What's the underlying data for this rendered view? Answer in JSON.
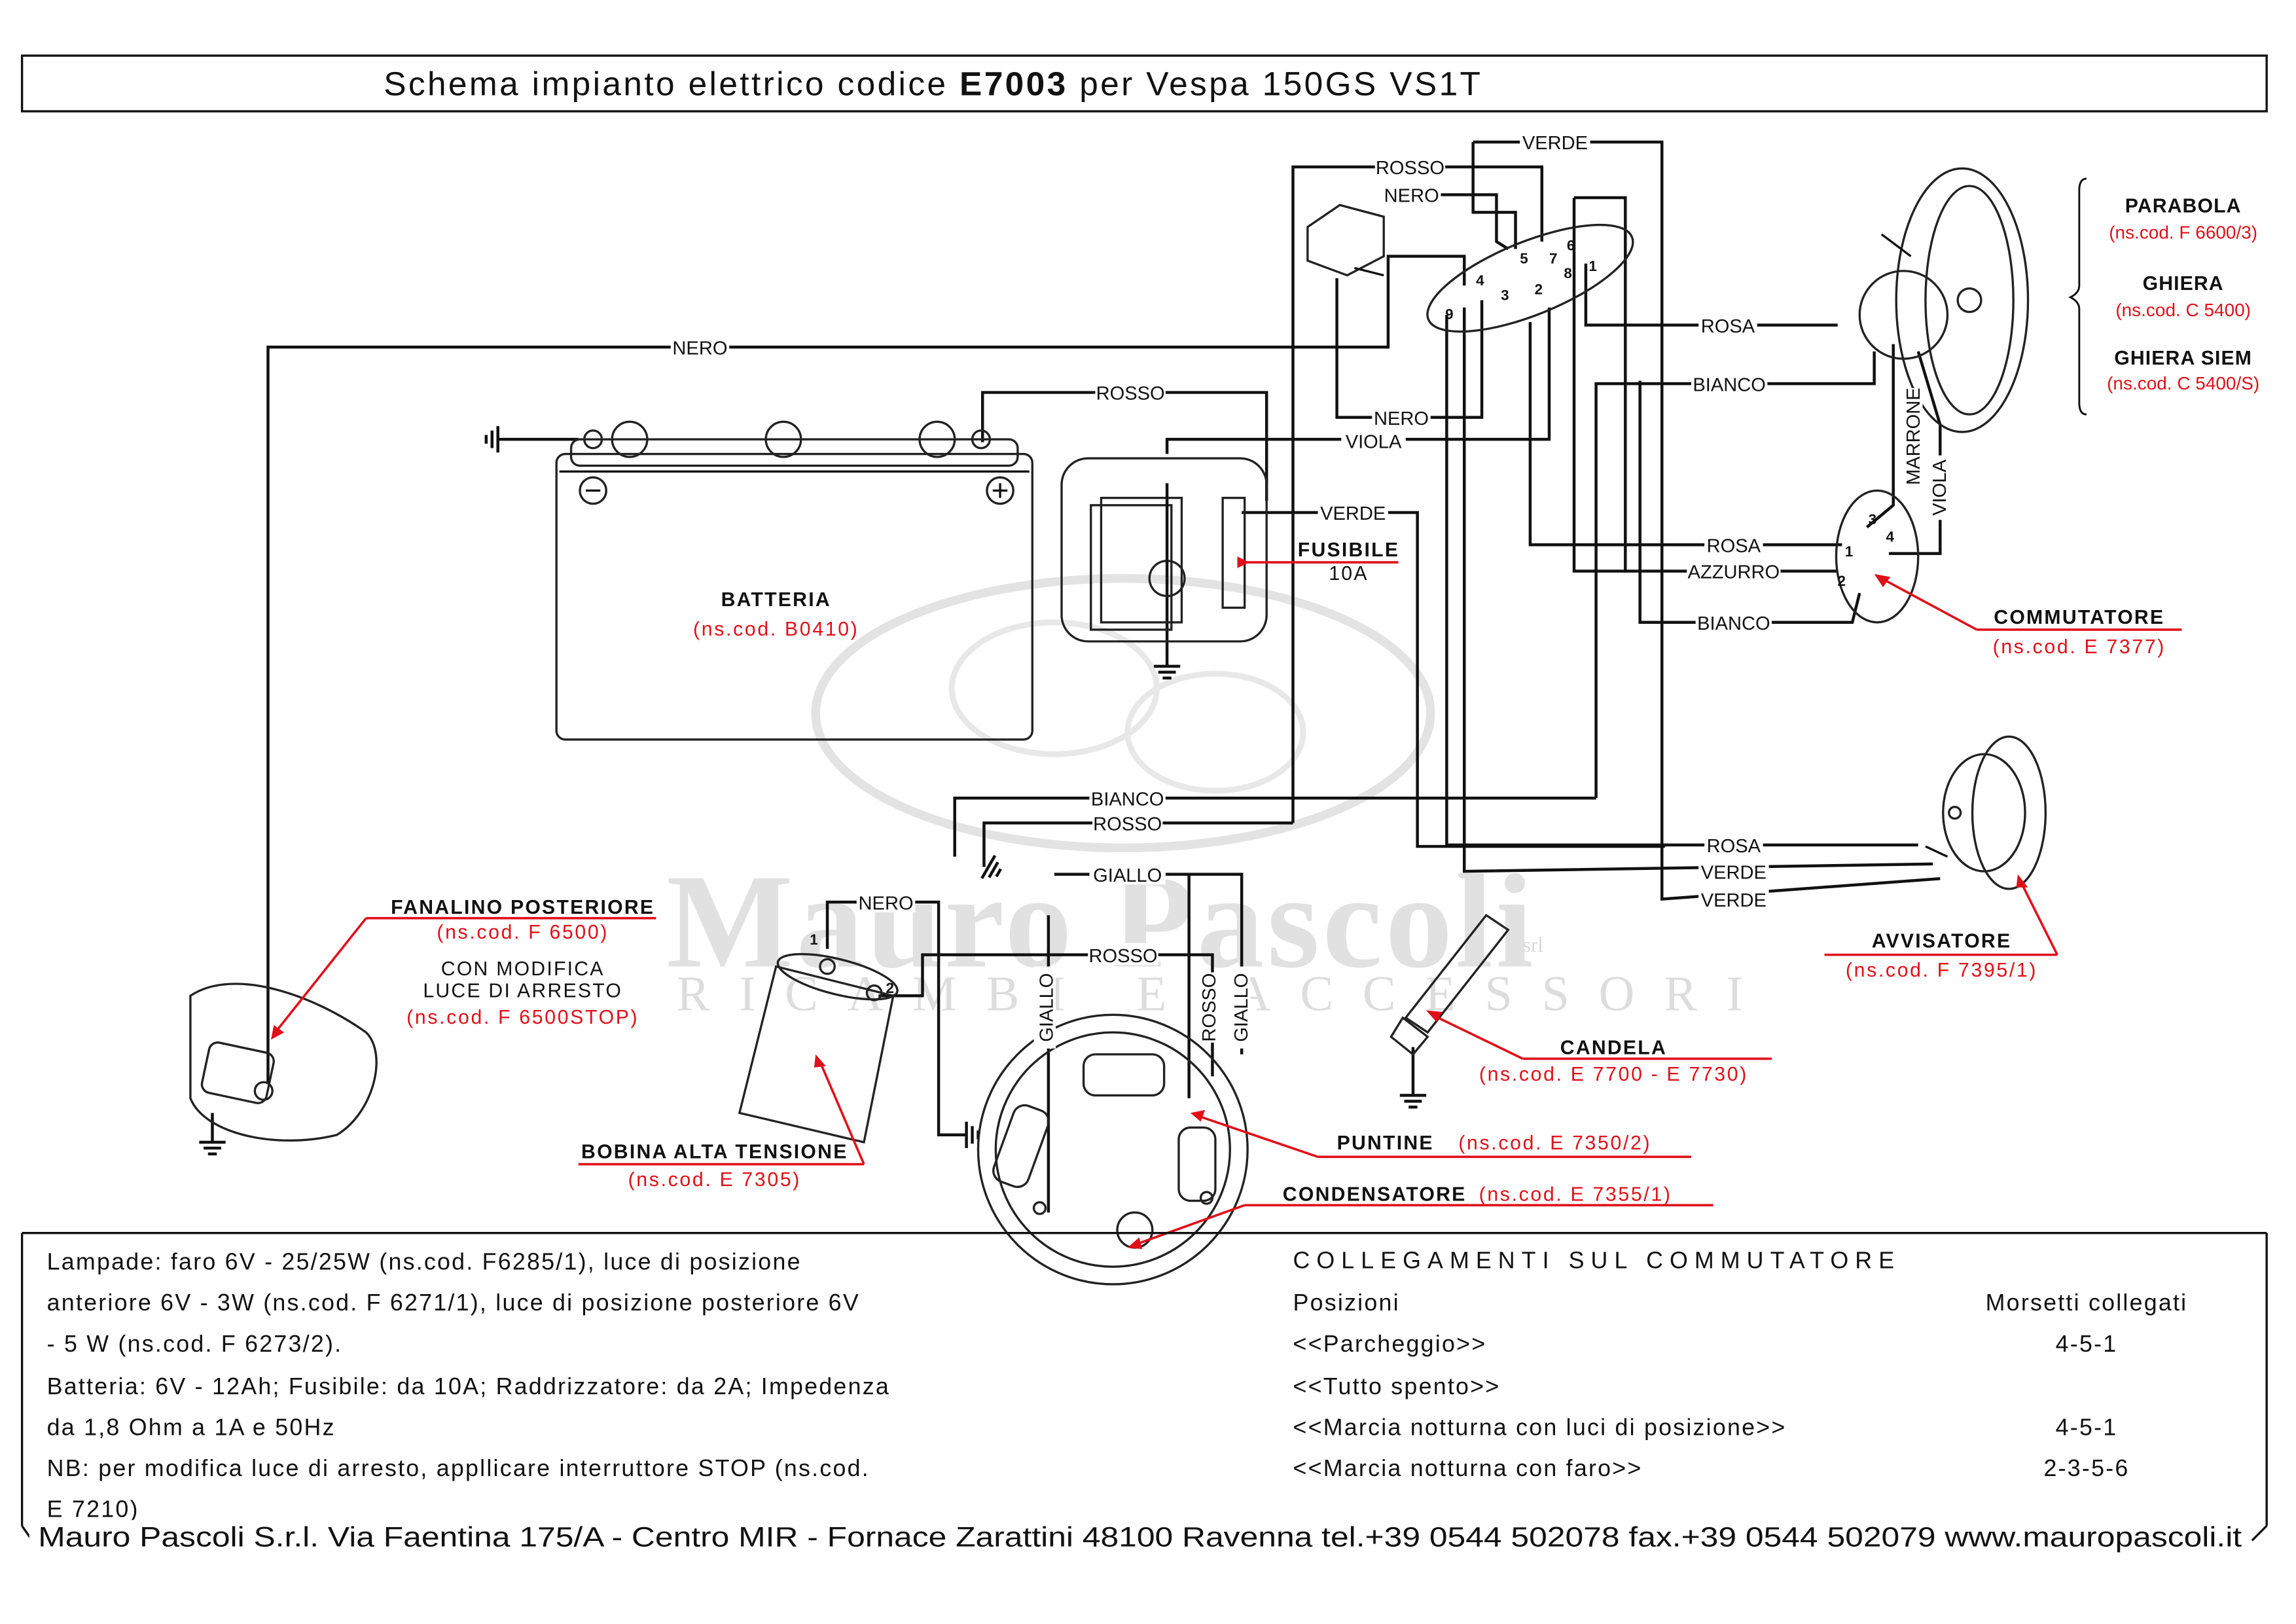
{
  "title": {
    "prefix": "Schema impianto elettrico codice ",
    "code": "E7003",
    "suffix": " per Vespa 150GS VS1T"
  },
  "watermark": {
    "name": "Mauro Pascoli",
    "srl": "srl",
    "sub": "RICAMBI E ACCESSORI"
  },
  "components": {
    "batteria": {
      "name": "BATTERIA",
      "code": "(ns.cod. B0410)"
    },
    "fusibile": {
      "name": "FUSIBILE",
      "value": "10A"
    },
    "parabola": {
      "name": "PARABOLA",
      "code": "(ns.cod. F 6600/3)"
    },
    "ghiera": {
      "name": "GHIERA",
      "code": "(ns.cod. C 5400)"
    },
    "ghiera_siem": {
      "name": "GHIERA SIEM",
      "code": "(ns.cod. C 5400/S)"
    },
    "commutatore": {
      "name": "COMMUTATORE",
      "code": "(ns.cod. E 7377)"
    },
    "avvisatore": {
      "name": "AVVISATORE",
      "code": "(ns.cod. F 7395/1)"
    },
    "candela": {
      "name": "CANDELA",
      "code": "(ns.cod. E 7700 - E 7730)"
    },
    "puntine": {
      "name": "PUNTINE",
      "code": "(ns.cod. E 7350/2)"
    },
    "condensatore": {
      "name": "CONDENSATORE",
      "code": "(ns.cod. E 7355/1)"
    },
    "bobina": {
      "name": "BOBINA ALTA TENSIONE",
      "code": "(ns.cod. E 7305)"
    },
    "fanalino": {
      "name": "FANALINO POSTERIORE",
      "code": "(ns.cod. F 6500)",
      "mod1": "CON MODIFICA",
      "mod2": "LUCE DI ARRESTO",
      "mod_code": "(ns.cod. F 6500STOP)"
    }
  },
  "wires": {
    "verde_top": "VERDE",
    "rosso_top": "ROSSO",
    "nero_top": "NERO",
    "nero_left": "NERO",
    "rosso_batt": "ROSSO",
    "nero_mid": "NERO",
    "viola_mid": "VIOLA",
    "verde_fuse": "VERDE",
    "rosa_head": "ROSA",
    "bianco_head": "BIANCO",
    "marrone": "MARRONE",
    "viola_head": "VIOLA",
    "rosa_comm": "ROSA",
    "azzurro_comm": "AZZURRO",
    "bianco_comm": "BIANCO",
    "bianco_low": "BIANCO",
    "rosso_low": "ROSSO",
    "giallo_low": "GIALLO",
    "rosa_horn": "ROSA",
    "verde_horn1": "VERDE",
    "verde_horn2": "VERDE",
    "nero_coil": "NERO",
    "rosso_mag": "ROSSO",
    "giallo_v1": "GIALLO",
    "rosso_v": "ROSSO",
    "giallo_v2": "GIALLO"
  },
  "terminals": {
    "reg": [
      "4",
      "5",
      "7",
      "6",
      "3",
      "8",
      "1",
      "2",
      "9"
    ],
    "comm": [
      "1",
      "3",
      "4",
      "2"
    ],
    "coil": [
      "1",
      "2"
    ]
  },
  "notes": {
    "left": [
      "Lampade: faro 6V - 25/25W (ns.cod. F6285/1), luce di posizione",
      "anteriore 6V - 3W (ns.cod. F 6271/1), luce di posizione posteriore 6V",
      "- 5 W (ns.cod. F 6273/2).",
      "Batteria: 6V - 12Ah; Fusibile: da 10A; Raddrizzatore: da 2A; Impedenza",
      "da 1,8  Ohm a 1A e 50Hz",
      "NB: per modifica luce di arresto, appllicare interruttore STOP (ns.cod.",
      "E 7210)"
    ],
    "right_title": "COLLEGAMENTI SUL COMMUTATORE",
    "col_pos": "Posizioni",
    "col_mors": "Morsetti collegati",
    "rows": [
      {
        "pos": "<<Parcheggio>>",
        "mors": "4-5-1"
      },
      {
        "pos": "<<Tutto spento>>",
        "mors": ""
      },
      {
        "pos": "<<Marcia notturna con luci di posizione>>",
        "mors": "4-5-1"
      },
      {
        "pos": "<<Marcia notturna con faro>>",
        "mors": "2-3-5-6"
      }
    ]
  },
  "footer": "Mauro Pascoli S.r.l. Via Faentina 175/A - Centro MIR - Fornace Zarattini 48100 Ravenna tel.+39 0544 502078 fax.+39 0544 502079 www.mauropascoli.it",
  "colors": {
    "ink": "#111111",
    "red": "#e0101a",
    "watermark": "#dcdcdc"
  }
}
